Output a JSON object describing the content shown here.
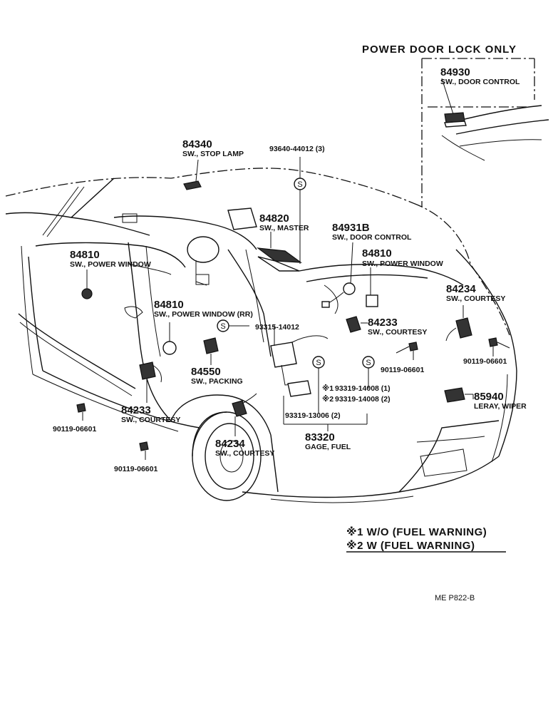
{
  "header": "POWER DOOR LOCK ONLY",
  "parts": {
    "p84930": {
      "number": "84930",
      "desc": "SW., DOOR CONTROL"
    },
    "p84340": {
      "number": "84340",
      "desc": "SW., STOP LAMP"
    },
    "p93640": {
      "number": "93640-44012 (3)"
    },
    "p84820": {
      "number": "84820",
      "desc": "SW., MASTER"
    },
    "p84931B": {
      "number": "84931B",
      "desc": "SW., DOOR CONTROL"
    },
    "p84810_left": {
      "number": "84810",
      "desc": "SW., POWER WINDOW"
    },
    "p84810_right": {
      "number": "84810",
      "desc": "SW., POWER WINDOW"
    },
    "p84810_rr": {
      "number": "84810",
      "desc": "SW., POWER WINDOW (RR)"
    },
    "p93315": {
      "number": "93315-14012"
    },
    "p84234_right": {
      "number": "84234",
      "desc": "SW., COURTESY"
    },
    "p84233_center": {
      "number": "84233",
      "desc": "SW., COURTESY"
    },
    "p84550": {
      "number": "84550",
      "desc": "SW., PACKING"
    },
    "p90119_center": {
      "number": "90119-06601"
    },
    "p90119_right": {
      "number": "90119-06601"
    },
    "p93319_1": {
      "prefix": "※1",
      "number": "93319-14008 (1)"
    },
    "p93319_2": {
      "prefix": "※2",
      "number": "93319-14008 (2)"
    },
    "p85940": {
      "number": "85940",
      "desc": "LERAY, WIPER"
    },
    "p84233_left": {
      "number": "84233",
      "desc": "SW., COURTESY"
    },
    "p90119_left": {
      "number": "90119-06601"
    },
    "p93319_13006": {
      "number": "93319-13006 (2)"
    },
    "p83320": {
      "number": "83320",
      "desc": "GAGE, FUEL"
    },
    "p84234_left": {
      "number": "84234",
      "desc": "SW., COURTESY"
    },
    "p90119_bottom": {
      "number": "90119-06601"
    }
  },
  "legend": {
    "note1": "※1 W/O (FUEL WARNING)",
    "note2": "※2 W (FUEL WARNING)"
  },
  "screw_symbol": "S",
  "figure_code": "ME  P822-B"
}
